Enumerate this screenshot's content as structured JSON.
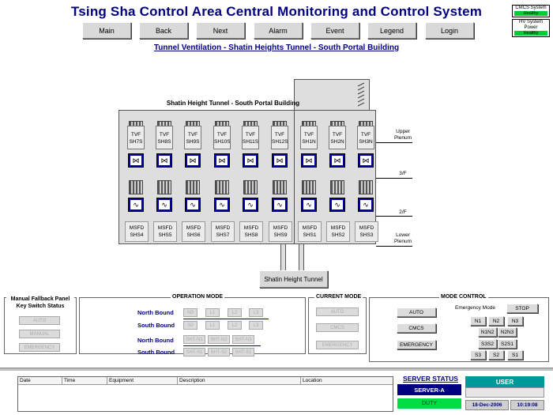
{
  "header": {
    "title": "Tsing Sha Control Area Central Monitoring and Control System",
    "subtitle": "Tunnel Ventilation - Shatin Heights Tunnel - South Portal Building"
  },
  "nav": [
    "Main",
    "Back",
    "Next",
    "Alarm",
    "Event",
    "Legend",
    "Login"
  ],
  "status_boxes": {
    "cmcs": {
      "label": "CMCS System",
      "state": "Healthy"
    },
    "hv": {
      "label": "HV System Power",
      "state": "Healthy"
    }
  },
  "building": {
    "title": "Shatin Height Tunnel - South Portal Building",
    "tvf_left": [
      "SH7S",
      "SH8S",
      "SH9S",
      "SH10S",
      "SH11S",
      "SH12S"
    ],
    "tvf_right": [
      "SH1N",
      "SH2N",
      "SH3N"
    ],
    "tvf_prefix": "TVF",
    "msfd_left": [
      "SHS4",
      "SHS5",
      "SHS6",
      "SHS7",
      "SHS8",
      "SHS9"
    ],
    "msfd_right": [
      "SHS1",
      "SHS2",
      "SHS3"
    ],
    "msfd_prefix": "MSFD",
    "levels": {
      "upper": "Upper Plenum",
      "third": "3/F",
      "second": "2/F",
      "lower": "Lower Plenum"
    },
    "tunnel_button": "Shatin Height Tunnel"
  },
  "fallback_panel": {
    "title": "Manual Fallback Panel Key Switch Status",
    "buttons": [
      "AUTO",
      "MANUAL",
      "EMERGENCY"
    ]
  },
  "operation_mode": {
    "title": "OPERATION MODE",
    "rows": [
      {
        "label": "North Bound",
        "buttons": [
          "N0",
          "L1",
          "L2",
          "L3"
        ]
      },
      {
        "label": "South Bound",
        "buttons": [
          "S0",
          "L1",
          "L2",
          "L3"
        ]
      },
      {
        "label": "North Bound",
        "buttons": [
          "SHT-N1",
          "SHT-N2",
          "SHT-N3"
        ]
      },
      {
        "label": "South Bound",
        "buttons": [
          "SHT-S1",
          "SHT-S2",
          "SHT-S1"
        ]
      }
    ]
  },
  "current_mode": {
    "title": "CURRENT MODE",
    "buttons": [
      "AUTO",
      "CMCS",
      "EMERGENCY"
    ]
  },
  "mode_control": {
    "title": "MODE CONTROL",
    "buttons": [
      "AUTO",
      "CMCS",
      "EMERGENCY"
    ],
    "emergency_label": "Emergency Mode",
    "stop": "STOP",
    "grid": [
      "N1",
      "N2",
      "N3",
      "N1N2",
      "N2N3",
      "S3S2",
      "S2S1",
      "S3",
      "S2",
      "S1"
    ]
  },
  "events": {
    "columns": [
      "Date",
      "Time",
      "Equipment",
      "Description",
      "Location"
    ]
  },
  "server": {
    "title": "SERVER STATUS",
    "name": "SERVER-A",
    "state": "DUTY"
  },
  "user": {
    "label": "USER",
    "date": "18-Dec-2006",
    "time": "10:19:08"
  },
  "colors": {
    "title": "#000080",
    "damper": "#0000a8",
    "healthy": "#00cc33",
    "user": "#009999"
  }
}
